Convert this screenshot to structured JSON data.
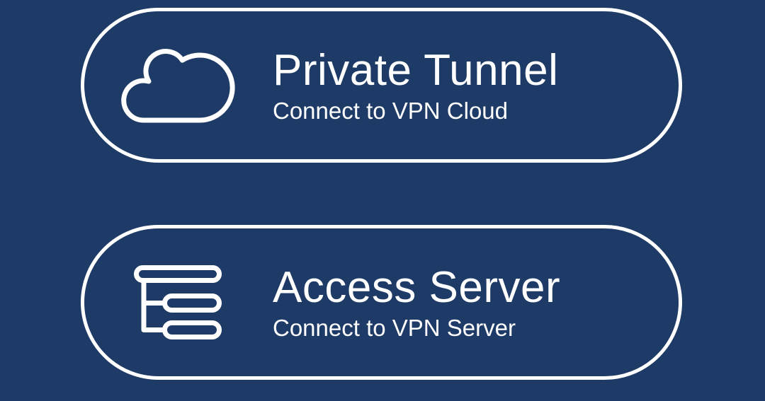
{
  "colors": {
    "background": "#1e3a66",
    "foreground": "#ffffff"
  },
  "buttons": [
    {
      "id": "private-tunnel",
      "title": "Private Tunnel",
      "subtitle": "Connect to VPN Cloud",
      "icon": "cloud-icon"
    },
    {
      "id": "access-server",
      "title": "Access Server",
      "subtitle": "Connect to VPN Server",
      "icon": "server-tree-icon"
    }
  ]
}
